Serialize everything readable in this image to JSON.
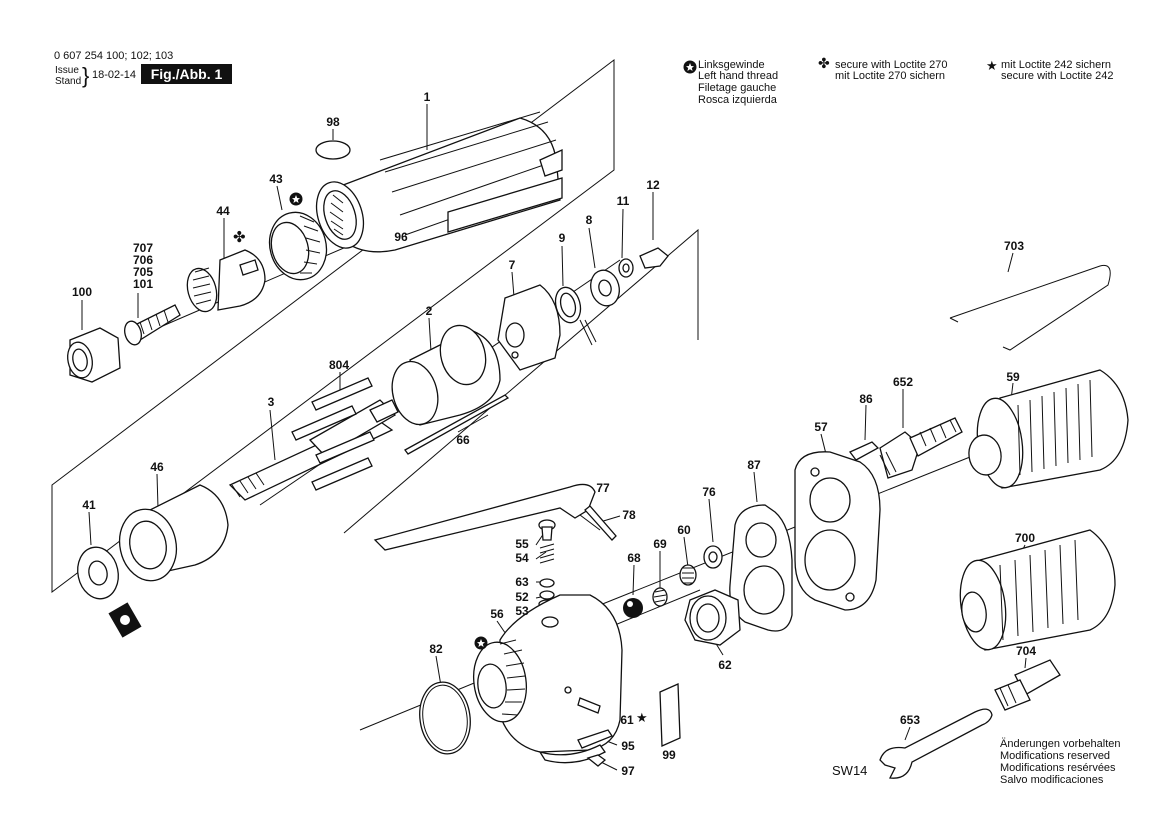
{
  "header": {
    "part_numbers": "0 607 254 100; 102; 103",
    "issue_label": "Issue",
    "stand_label": "Stand",
    "date": "18-02-14",
    "figure": "Fig./Abb. 1"
  },
  "legend": {
    "left_hand": [
      "Linksgewinde",
      "Left hand thread",
      "Filetage gauche",
      "Rosca izquierda"
    ],
    "loctite_270": [
      "secure with Loctite 270",
      "mit Loctite 270 sichern"
    ],
    "loctite_242": [
      "mit Loctite 242 sichern",
      "secure with Loctite 242"
    ]
  },
  "footer": [
    "Änderungen vorbehalten",
    "Modifications reserved",
    "Modifications resérvées",
    "Salvo modificaciones"
  ],
  "wrench_size": "SW14",
  "parts": {
    "p1": "1",
    "p98": "98",
    "p43": "43",
    "p96": "96",
    "p44": "44",
    "p707": "707",
    "p706": "706",
    "p705": "705",
    "p101": "101",
    "p100": "100",
    "p7": "7",
    "p9": "9",
    "p8": "8",
    "p11": "11",
    "p12": "12",
    "p2": "2",
    "p804": "804",
    "p3": "3",
    "p66": "66",
    "p46": "46",
    "p41": "41",
    "p703": "703",
    "p652": "652",
    "p59": "59",
    "p86": "86",
    "p57": "57",
    "p87": "87",
    "p76": "76",
    "p77": "77",
    "p78": "78",
    "p55": "55",
    "p54": "54",
    "p63": "63",
    "p52": "52",
    "p53": "53",
    "p68": "68",
    "p69": "69",
    "p60": "60",
    "p56": "56",
    "p62": "62",
    "p82": "82",
    "p61": "61",
    "p99": "99",
    "p95": "95",
    "p97": "97",
    "p700": "700",
    "p704": "704",
    "p653": "653"
  }
}
